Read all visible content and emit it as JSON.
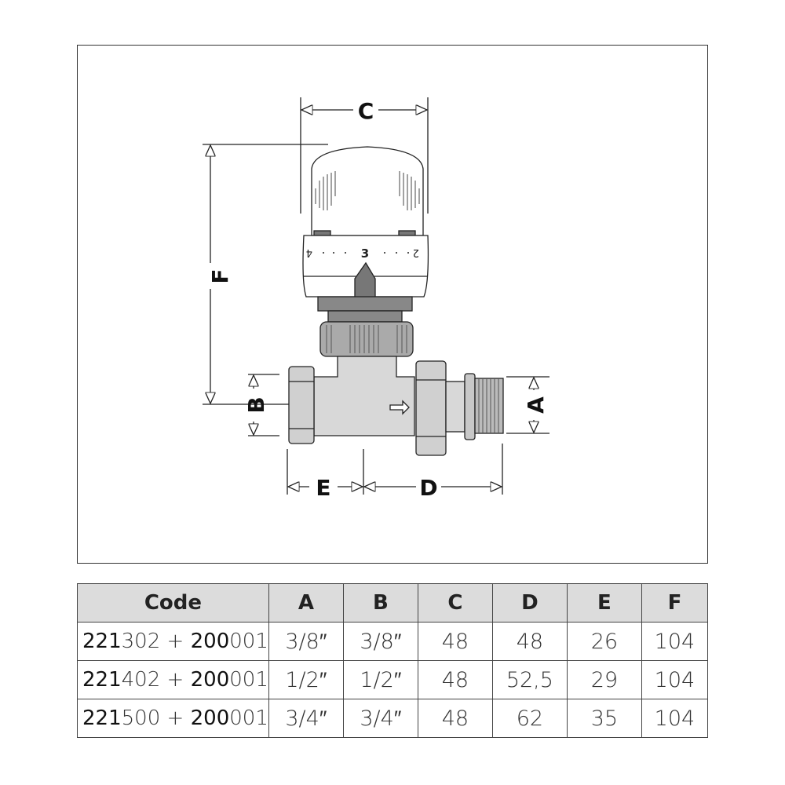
{
  "drawing": {
    "dimension_labels": {
      "A": "A",
      "B": "B",
      "C": "C",
      "D": "D",
      "E": "E",
      "F": "F"
    },
    "dial": {
      "left": "4",
      "center": "3",
      "right": "2"
    }
  },
  "table": {
    "headers": [
      "Code",
      "A",
      "B",
      "C",
      "D",
      "E",
      "F"
    ],
    "rows": [
      {
        "code_bold1": "221",
        "code_1": "302",
        "plus": " + ",
        "code_bold2": "200",
        "code_2": "001",
        "A": "3/8″",
        "B": "3/8″",
        "C": "48",
        "D": "48",
        "E": "26",
        "F": "104"
      },
      {
        "code_bold1": "221",
        "code_1": "402",
        "plus": " + ",
        "code_bold2": "200",
        "code_2": "001",
        "A": "1/2″",
        "B": "1/2″",
        "C": "48",
        "D": "52,5",
        "E": "29",
        "F": "104"
      },
      {
        "code_bold1": "221",
        "code_1": "500",
        "plus": " + ",
        "code_bold2": "200",
        "code_2": "001",
        "A": "3/4″",
        "B": "3/4″",
        "C": "48",
        "D": "62",
        "E": "35",
        "F": "104"
      }
    ]
  }
}
